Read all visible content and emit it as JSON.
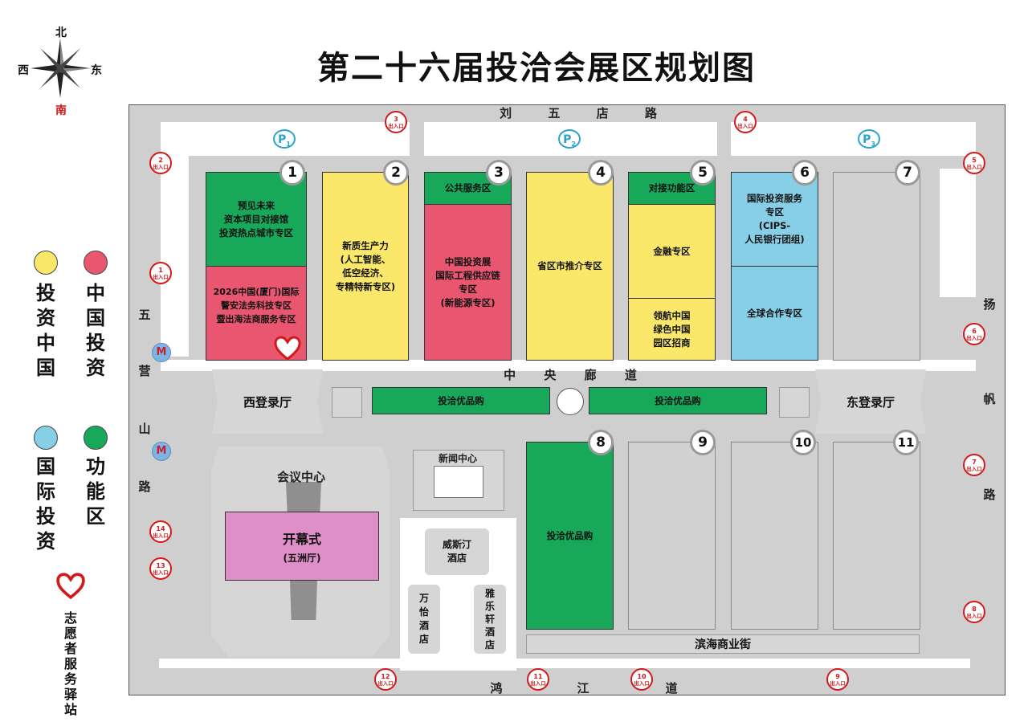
{
  "title": "第二十六届投洽会展区规划图",
  "compass": {
    "north": "北",
    "south": "南",
    "east": "东",
    "west": "西"
  },
  "roads": {
    "north": "刘 五 店 路",
    "east": [
      "扬",
      "帆",
      "路"
    ],
    "south": [
      "鸿",
      "江",
      "道"
    ],
    "west": [
      "五",
      "营",
      "山",
      "路"
    ],
    "corridor": "中 央 廊 道"
  },
  "parking": [
    {
      "label": "P",
      "sub": "1"
    },
    {
      "label": "P",
      "sub": "2"
    },
    {
      "label": "P",
      "sub": "3"
    }
  ],
  "metro_icon": "metro-icon",
  "exit_label": "出入口",
  "exits": [
    "1",
    "2",
    "3",
    "4",
    "5",
    "6",
    "7",
    "8",
    "9",
    "10",
    "11",
    "12",
    "13",
    "14"
  ],
  "halls": [
    {
      "number": "1",
      "zones": [
        {
          "text": "预见未来\n资本项目对接馆\n投资热点城市专区",
          "color": "#17a85a"
        },
        {
          "text": "2026中国(厦门)国际\n警安法务科技专区\n暨出海法商服务专区",
          "color": "#e85670"
        }
      ]
    },
    {
      "number": "2",
      "zones": [
        {
          "text": "新质生产力\n(人工智能、\n低空经济、\n专精特新专区)",
          "color": "#fbe86a"
        }
      ]
    },
    {
      "number": "3",
      "zones": [
        {
          "text": "公共服务区",
          "color": "#17a85a"
        },
        {
          "text": "中国投资展\n国际工程供应链\n专区\n(新能源专区)",
          "color": "#e85670"
        }
      ]
    },
    {
      "number": "4",
      "zones": [
        {
          "text": "省区市推介专区",
          "color": "#fbe86a"
        }
      ]
    },
    {
      "number": "5",
      "zones": [
        {
          "text": "对接功能区",
          "color": "#17a85a"
        },
        {
          "text": "金融专区",
          "color": "#fbe86a"
        },
        {
          "text": "领航中国\n绿色中国\n园区招商",
          "color": "#fbe86a"
        }
      ]
    },
    {
      "number": "6",
      "zones": [
        {
          "text": "国际投资服务\n专区\n(CIPS-\n人民银行团组)",
          "color": "#86cfe6"
        },
        {
          "text": "全球合作专区",
          "color": "#86cfe6"
        }
      ]
    },
    {
      "number": "7",
      "zones": []
    },
    {
      "number": "8",
      "zones": [
        {
          "text": "投洽优品购",
          "color": "#17a85a"
        }
      ]
    },
    {
      "number": "9",
      "zones": []
    },
    {
      "number": "10",
      "zones": []
    },
    {
      "number": "11",
      "zones": []
    }
  ],
  "buildings": {
    "west_lobby": "西登录厅",
    "east_lobby": "东登录厅",
    "corridor_shop_left": "投洽优品购",
    "corridor_shop_right": "投洽优品购",
    "conference_center": "会议中心",
    "opening": "开幕式",
    "opening_hall": "(五洲厅)",
    "press_center": "新闻中心",
    "venetian_hotel": "威斯汀\n酒店",
    "wanyi_hotel": "万\n怡\n酒\n店",
    "yalexuan_hotel": "雅\n乐\n轩\n酒\n店",
    "binhai_street": "滨海商业街"
  },
  "legend": [
    {
      "color": "#fbe86a",
      "label": "投\n资\n中\n国"
    },
    {
      "color": "#e85670",
      "label": "中\n国\n投\n资"
    },
    {
      "color": "#86cfe6",
      "label": "国\n际\n投\n资"
    },
    {
      "color": "#17a85a",
      "label": "功\n能\n区"
    }
  ],
  "volunteer": {
    "label": "志\n愿\n者\n服\n务\n驿\n站",
    "icon": "heart-icon",
    "color": "#d21a1a"
  }
}
